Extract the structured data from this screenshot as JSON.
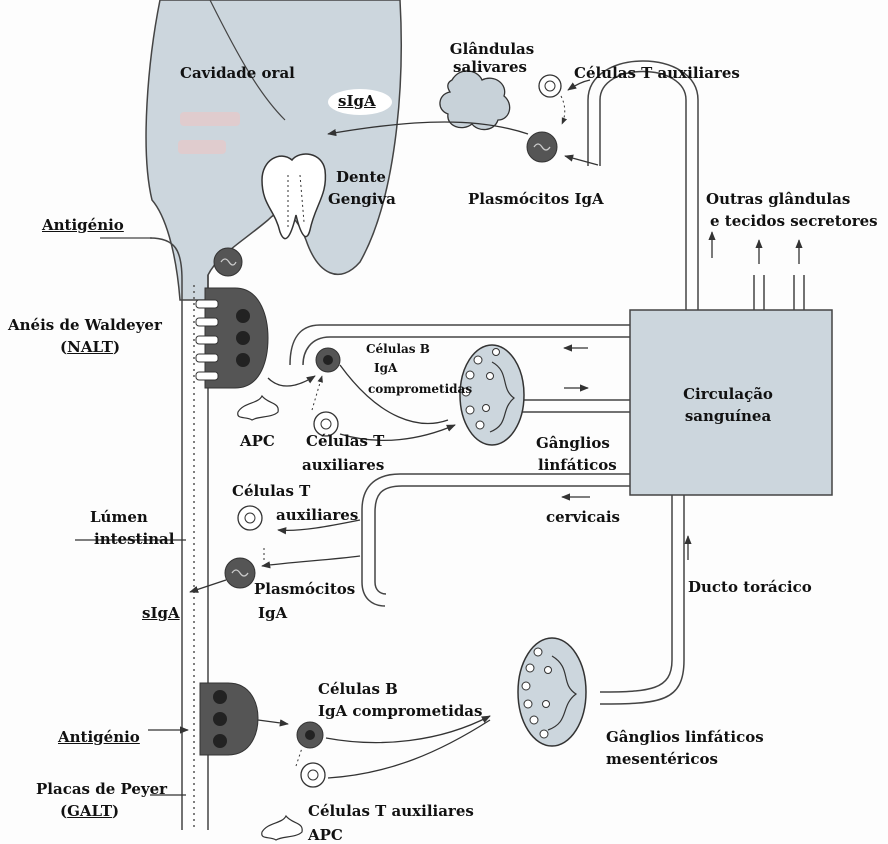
{
  "labels": {
    "cavidade_oral": "Cavidade oral",
    "glandulas_l1": "Glândulas",
    "glandulas_l2": "salivares",
    "celulas_t_aux_top": "Células T auxiliares",
    "sIgA_top": "sIgA",
    "dente": "Dente",
    "gengiva": "Gengiva",
    "plasmocitos_top": "Plasmócitos IgA",
    "outras_l1": "Outras glândulas",
    "outras_l2": "e tecidos secretores",
    "antigenio_top": "Antigénio",
    "aneis_l1": "Anéis de Waldeyer",
    "aneis_open": "(",
    "aneis_nalt": "NALT",
    "aneis_close": ")",
    "celulas_b_mid_l1": "Células B",
    "celulas_b_mid_l2": "IgA",
    "celulas_b_mid_l3": "comprometidas",
    "circulacao_l1": "Circulação",
    "circulacao_l2": "sanguínea",
    "apc_mid": "APC",
    "celulas_t_mid_l1": "Células T",
    "celulas_t_mid_l2": "auxiliares",
    "ganglios_l1": "Gânglios",
    "ganglios_l2": "linfáticos",
    "cervicais": "cervicais",
    "celulas_t_low_l1": "Células T",
    "celulas_t_low_l2": "auxiliares",
    "lumen_l1": "Lúmen",
    "lumen_l2": "intestinal",
    "plasmocitos_low_l1": "Plasmócitos",
    "plasmocitos_low_l2": "IgA",
    "sIgA_low": "sIgA",
    "ducto": "Ducto torácico",
    "celulas_b_low_l1": "Células B",
    "celulas_b_low_l2": "IgA comprometidas",
    "antigenio_low": "Antigénio",
    "ganglios_mes_l1": "Gânglios linfáticos",
    "ganglios_mes_l2": "mesentéricos",
    "placas_l1": "Placas de Peyer",
    "placas_open": "(",
    "placas_galt": "GALT",
    "placas_close": ")",
    "celulas_t_bottom": "Células T auxiliares",
    "apc_bottom": "APC"
  },
  "colors": {
    "tissue": "#ccd6dd",
    "tissue_dark": "#b8c4cc",
    "line": "#3a3a3a",
    "cell_dark": "#555555",
    "text": "#111111"
  }
}
